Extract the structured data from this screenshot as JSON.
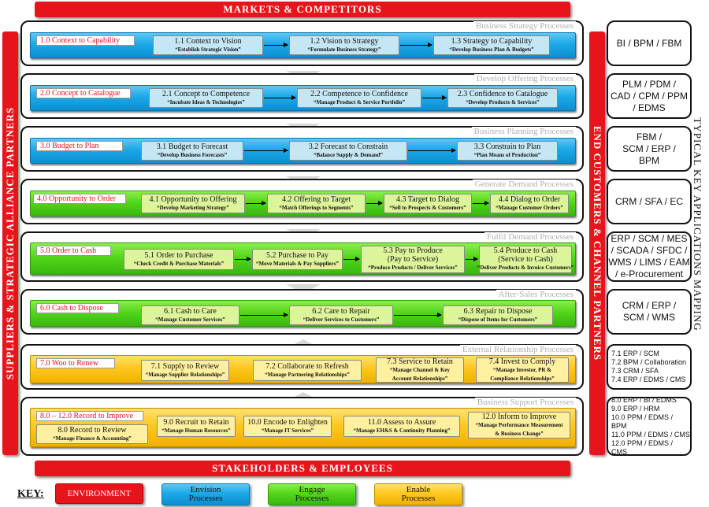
{
  "top_bar": "MARKETS & COMPETITORS",
  "bottom_bar": "STAKEHOLDERS & EMPLOYEES",
  "left_bar": "SUPPLIERS & STRATEGIC ALLIANCE PARTNERS",
  "right_bar": "END CUSTOMERS & CHANNEL PARTNERS",
  "side_title": "TYPICAL KEY APPLICATIONS MAPPING",
  "sections": [
    {
      "title": "Business Strategy Processes",
      "label": "1.0 Context to Capability",
      "color": "blue",
      "steps": [
        {
          "t": "1.1 Context to Vision",
          "s": "“Establish Strategic Vision”"
        },
        {
          "t": "1.2 Vision to Strategy",
          "s": "“Formulate Business Strategy”"
        },
        {
          "t": "1.3 Strategy to Capability",
          "s": "“Develop Business Plan & Budgets”"
        }
      ],
      "apps": "BI / BPM / FBM"
    },
    {
      "title": "Develop Offering Processes",
      "label": "2.0 Concept to Catalogue",
      "color": "blue",
      "steps": [
        {
          "t": "2.1 Concept to Competence",
          "s": "“Incubate Ideas & Technologies”"
        },
        {
          "t": "2.2 Competence to Confidence",
          "s": "“Manage Product & Service Portfolio”"
        },
        {
          "t": "2.3 Confidence to Catalogue",
          "s": "“Develop Products & Services”"
        }
      ],
      "apps": "PLM / PDM /\nCAD / CPM / PPM\n/ EDMS"
    },
    {
      "title": "Business Planning Processes",
      "label": "3.0 Budget to Plan",
      "color": "blue",
      "steps": [
        {
          "t": "3.1 Budget to Forecast",
          "s": "“Develop Business Forecasts”"
        },
        {
          "t": "3.2  Forecast to Constrain",
          "s": "“Balance Supply & Demand”"
        },
        {
          "t": "3.3 Constrain to Plan",
          "s": "“Plan Means of Production”"
        }
      ],
      "apps": "FBM /\nSCM / ERP /\nBPM"
    },
    {
      "title": "Generate Demand Processes",
      "label": "4.0 Opportunity to Order",
      "color": "green",
      "steps": [
        {
          "t": "4.1 Opportunity to Offering",
          "s": "“Develop Marketing Strategy”"
        },
        {
          "t": "4.2 Offering to Target",
          "s": "“Match Offerings to Segments”"
        },
        {
          "t": "4.3 Target to Dialog",
          "s": "“Sell to Prospects & Customers”"
        },
        {
          "t": "4.4 Dialog to Order",
          "s": "“Manage Customer Orders”"
        }
      ],
      "apps": "CRM / SFA / EC"
    },
    {
      "title": "Fulfil Demand Processes",
      "label": "5.0 Order to Cash",
      "color": "green",
      "steps": [
        {
          "t": "5.1 Order to Purchase",
          "s": "“Check Credit & Purchase Materials”"
        },
        {
          "t": "5.2 Purchase to Pay",
          "s": "“Move Materials & Pay Suppliers”"
        },
        {
          "t": "5.3 Pay to Produce\n(Pay to Service)",
          "s": "“Produce Products / Deliver Services”"
        },
        {
          "t": "5.4 Produce to Cash\n(Service to Cash)",
          "s": "“Deliver Products & Invoice Customers”"
        }
      ],
      "apps": "ERP / SCM / MES\n/ SCADA / SFDC /\nWMS / LIMS / EAM\n/ e-Procurement"
    },
    {
      "title": "After-Sales Processes",
      "label": "6.0 Cash to Dispose",
      "color": "green",
      "steps": [
        {
          "t": "6.1 Cash to Care",
          "s": "“Manage Customer Services”"
        },
        {
          "t": "6.2 Care to Repair",
          "s": "“Deliver Services to Customers”"
        },
        {
          "t": "6.3 Repair to Dispose",
          "s": "“Dispose of Items for Customers”"
        }
      ],
      "apps": "CRM / ERP /\nSCM / WMS"
    },
    {
      "title": "External Relationship Processes",
      "label": "7.0 Woo to Renew",
      "color": "yellow",
      "steps": [
        {
          "t": "7.1 Supply to Review",
          "s": "“Manage Supplier Relationships”"
        },
        {
          "t": "7.2 Collaborate to Refresh",
          "s": "“Manage Partnering Relationships”"
        },
        {
          "t": "7.3 Service to Retain",
          "s": "“Manage Channel & Key\nAccount Relationships”"
        },
        {
          "t": "7.4 Invest to Comply",
          "s": "“Manage Investor, PR &\nCompliance Relationships”"
        }
      ],
      "apps": "7.1 ERP / SCM\n7.2 BPM / Collaboration\n7.3 CRM / SFA\n7.4 ERP / EDMS / CMS"
    },
    {
      "title": "Business Support Processes",
      "label": "8.0 – 12.0 Record to Improve",
      "color": "yellow",
      "steps": [
        {
          "t": "8.0 Record to Review",
          "s": "“Manage Finance & Accounting”"
        },
        {
          "t": "9.0 Recruit to Retain",
          "s": "“Manage Human Resources”"
        },
        {
          "t": "10.0 Encode to Enlighten",
          "s": "“Manage IT Services”"
        },
        {
          "t": "11.0 Assess to Assure",
          "s": "“Manage EH&S & Continuity Planning”"
        },
        {
          "t": "12.0 Inform to Improve",
          "s": "“Manage Performance Measurement\n& Business Change”"
        }
      ],
      "apps": "8.0  ERP / BI / EDMS\n9.0  ERP / HRM\n10.0 PPM / EDMS / BPM\n11.0 PPM / EDMS / CMS\n12.0 PPM / EDMS / CMS"
    }
  ],
  "key": {
    "label": "KEY:",
    "items": [
      "ENVIRONMENT",
      "Envision\nProcesses",
      "Engage\nProcesses",
      "Enable\nProcesses"
    ]
  }
}
